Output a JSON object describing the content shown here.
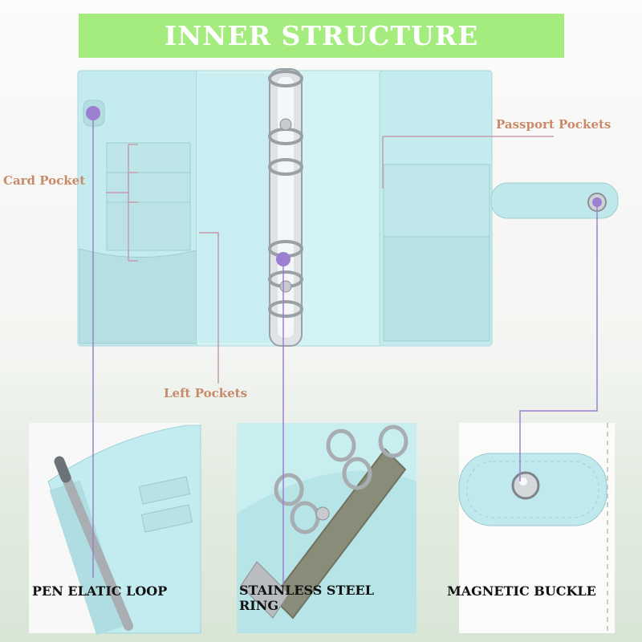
{
  "title": "INNER STRUCTURE",
  "labels": {
    "card_pocket": "Card Pocket",
    "passport_pockets": "Passport Pockets",
    "left_pockets": "Left Pockets"
  },
  "captions": {
    "pen_loop": "PEN ELATIC LOOP",
    "ring_line1": "STAINLESS STEEL",
    "ring_line2": "RING",
    "buckle": "MAGNETIC BUCKLE"
  },
  "colors": {
    "banner": "#a5ec7e",
    "leather": "#bfe9ec",
    "label": "#c98a6a",
    "pointer": "#9b7fd0",
    "caption": "#111111"
  }
}
